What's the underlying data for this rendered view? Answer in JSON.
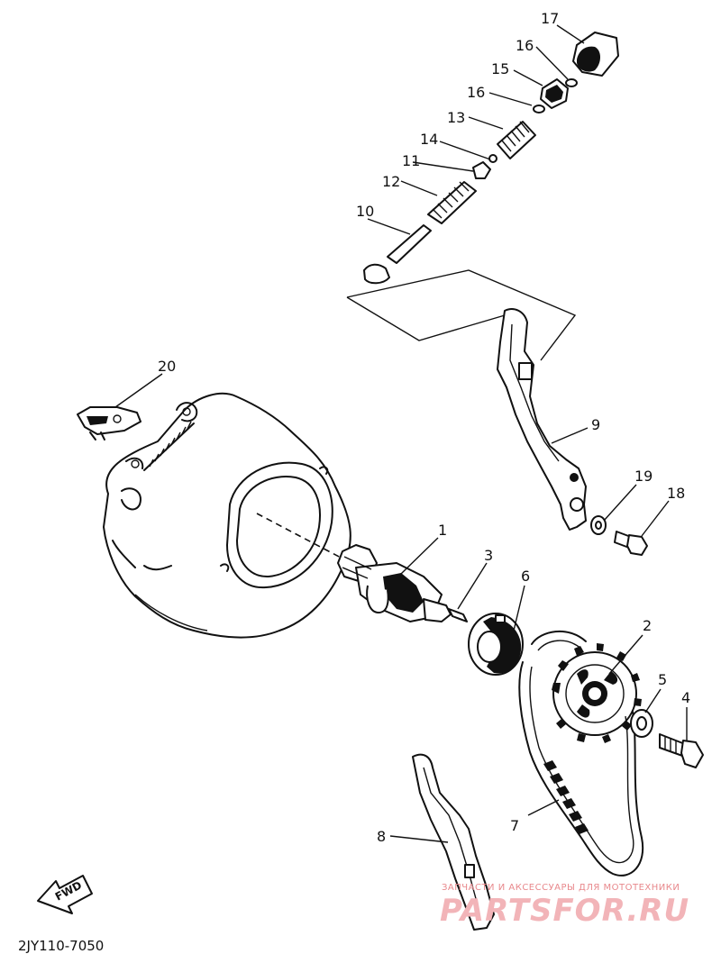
{
  "diagram": {
    "drawing_code": "2JY110-7050",
    "fwd_label": "FWD",
    "callouts": [
      "1",
      "2",
      "3",
      "4",
      "5",
      "6",
      "7",
      "8",
      "9",
      "10",
      "11",
      "12",
      "13",
      "14",
      "15",
      "16",
      "16",
      "17",
      "18",
      "19",
      "20"
    ]
  },
  "watermark": {
    "tagline": "ЗАПЧАСТИ И АКСЕССУАРЫ ДЛЯ МОТОТЕХНИКИ",
    "brand": "PARTSFOR.RU"
  }
}
